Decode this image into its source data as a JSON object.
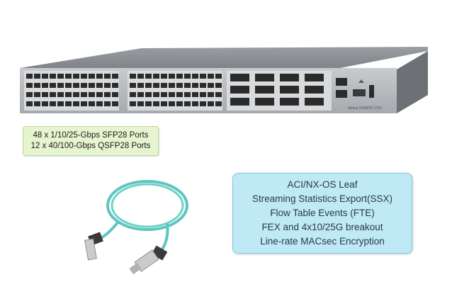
{
  "switch": {
    "model_label": "Nexus 93180YC-FX3",
    "colors": {
      "chassis": "#8a8e93",
      "front_panel": "#b4b7bb",
      "port_block": "#d8dadc",
      "port": "#2b2b2b"
    }
  },
  "ports_box": {
    "line1": "48 x 1/10/25-Gbps SFP28 Ports",
    "line2": "12 x 40/100-Gbps QSFP28 Ports",
    "color": "#e6f5d0"
  },
  "cable": {
    "color": "#5fc6bf",
    "icon": "aoc-cable-icon"
  },
  "features_box": {
    "color": "#bfe9f5",
    "lines": [
      "ACI/NX-OS Leaf",
      "Streaming Statistics Export(SSX)",
      "Flow Table Events (FTE)",
      "FEX and 4x10/25G breakout",
      "Line-rate MACsec Encryption"
    ]
  }
}
